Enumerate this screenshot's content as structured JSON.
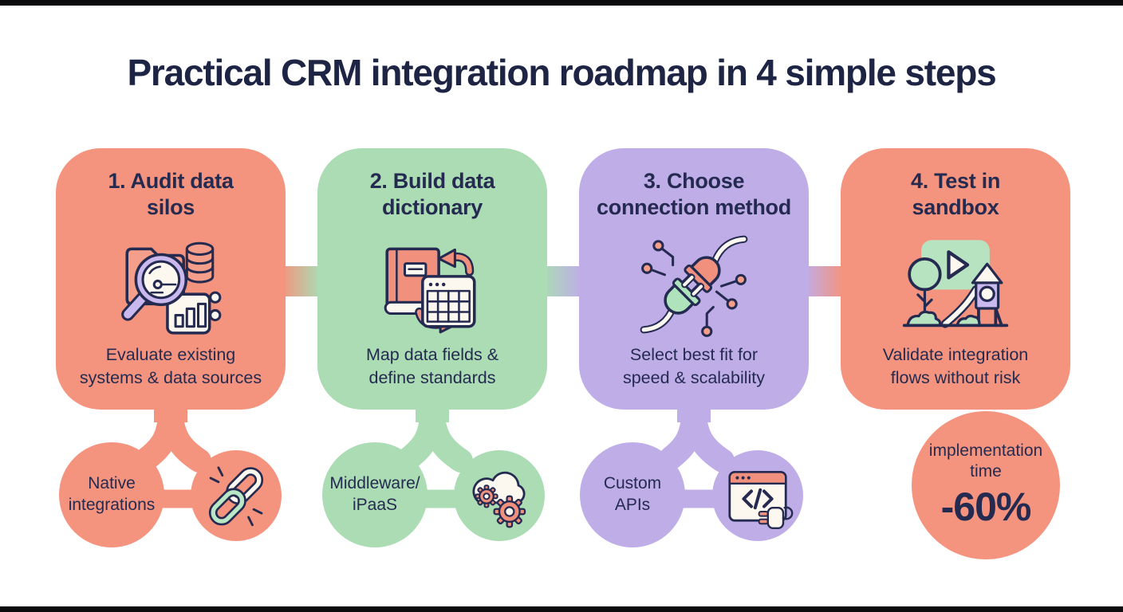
{
  "title": "Practical CRM integration roadmap in 4 simple steps",
  "colors": {
    "salmon": "#f4937e",
    "green": "#abdcb4",
    "purple": "#bfade8",
    "navy": "#252b50",
    "background": "#ffffff"
  },
  "steps": [
    {
      "number": "1",
      "title_line1": "1. Audit data",
      "title_line2": "silos",
      "icon": "audit-data-icon",
      "description_line1": "Evaluate existing",
      "description_line2": "systems & data sources",
      "left_circle": {
        "label_line1": "Native",
        "label_line2": "integrations"
      },
      "right_circle": {
        "icon": "chain-link-icon"
      }
    },
    {
      "number": "2",
      "title_line1": "2. Build data",
      "title_line2": "dictionary",
      "icon": "data-dictionary-icon",
      "description_line1": "Map data fields &",
      "description_line2": "define standards",
      "left_circle": {
        "label_line1": "Middleware/",
        "label_line2": "iPaaS"
      },
      "right_circle": {
        "icon": "cloud-gears-icon"
      }
    },
    {
      "number": "3",
      "title_line1": "3. Choose",
      "title_line2": "connection method",
      "icon": "connection-plugs-icon",
      "description_line1": "Select best fit for",
      "description_line2": "speed & scalability",
      "left_circle": {
        "label_line1": "Custom",
        "label_line2": "APIs"
      },
      "right_circle": {
        "icon": "code-window-plug-icon"
      }
    },
    {
      "number": "4",
      "title_line1": "4. Test in",
      "title_line2": "sandbox",
      "icon": "sandbox-playground-icon",
      "description_line1": "Validate integration",
      "description_line2": "flows without risk",
      "result_circle": {
        "label_line1": "implementation",
        "label_line2": "time",
        "value": "-60%"
      }
    }
  ]
}
